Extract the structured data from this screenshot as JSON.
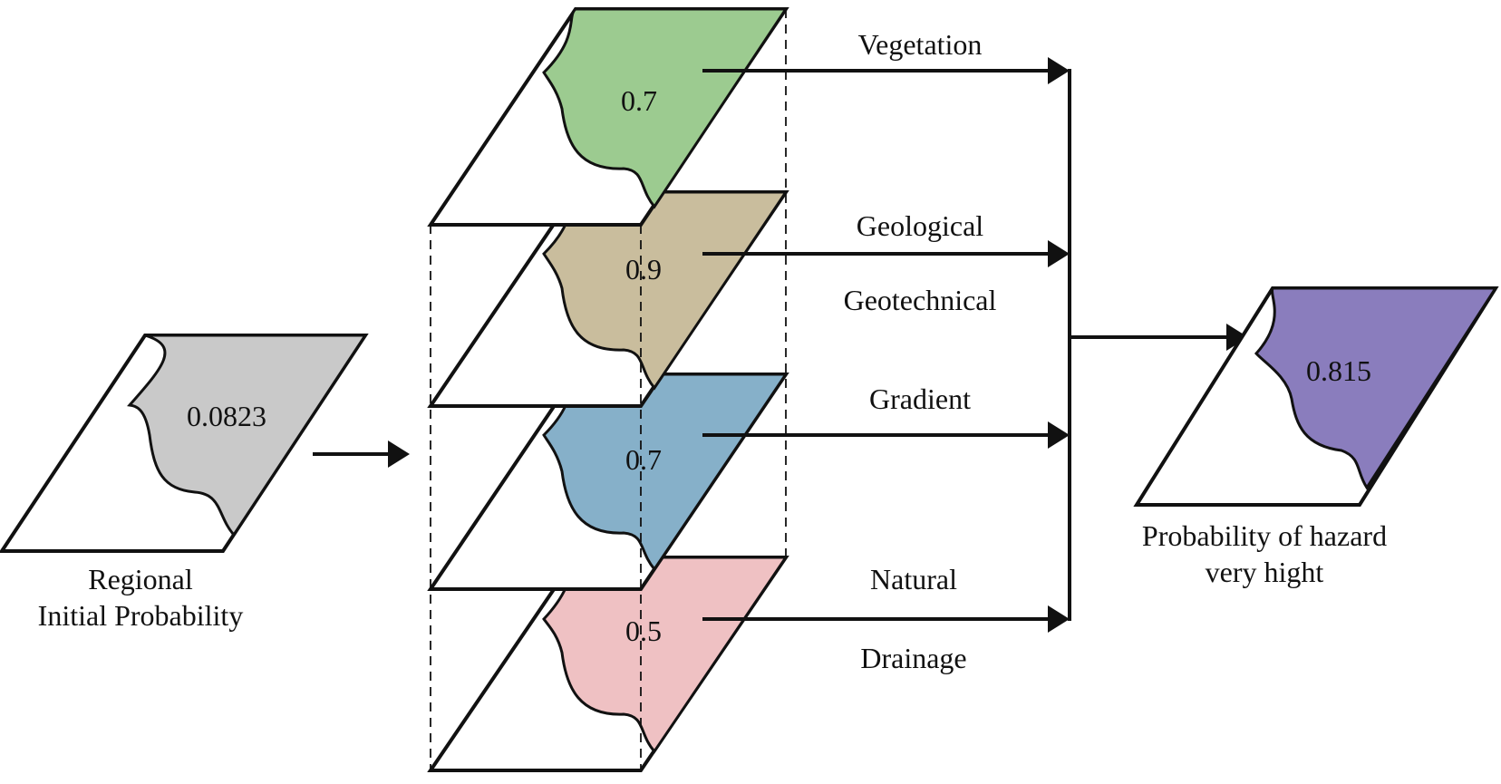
{
  "input": {
    "label_line1": "Regional",
    "label_line2": "Initial Probability",
    "value": "0.0823",
    "color": "#c9c9c9"
  },
  "layers": [
    {
      "value": "0.7",
      "color": "#9ccb90",
      "label_line1": "Vegetation",
      "label_line2": ""
    },
    {
      "value": "0.9",
      "color": "#c9bd9d",
      "label_line1": "Geological",
      "label_line2": "Geotechnical"
    },
    {
      "value": "0.7",
      "color": "#86b0c9",
      "label_line1": "Gradient",
      "label_line2": ""
    },
    {
      "value": "0.5",
      "color": "#efc1c3",
      "label_line1": "Natural",
      "label_line2": "Drainage"
    }
  ],
  "output": {
    "label_line1": "Probability of hazard",
    "label_line2": "very hight",
    "value": "0.815",
    "color": "#8a7dbd"
  }
}
